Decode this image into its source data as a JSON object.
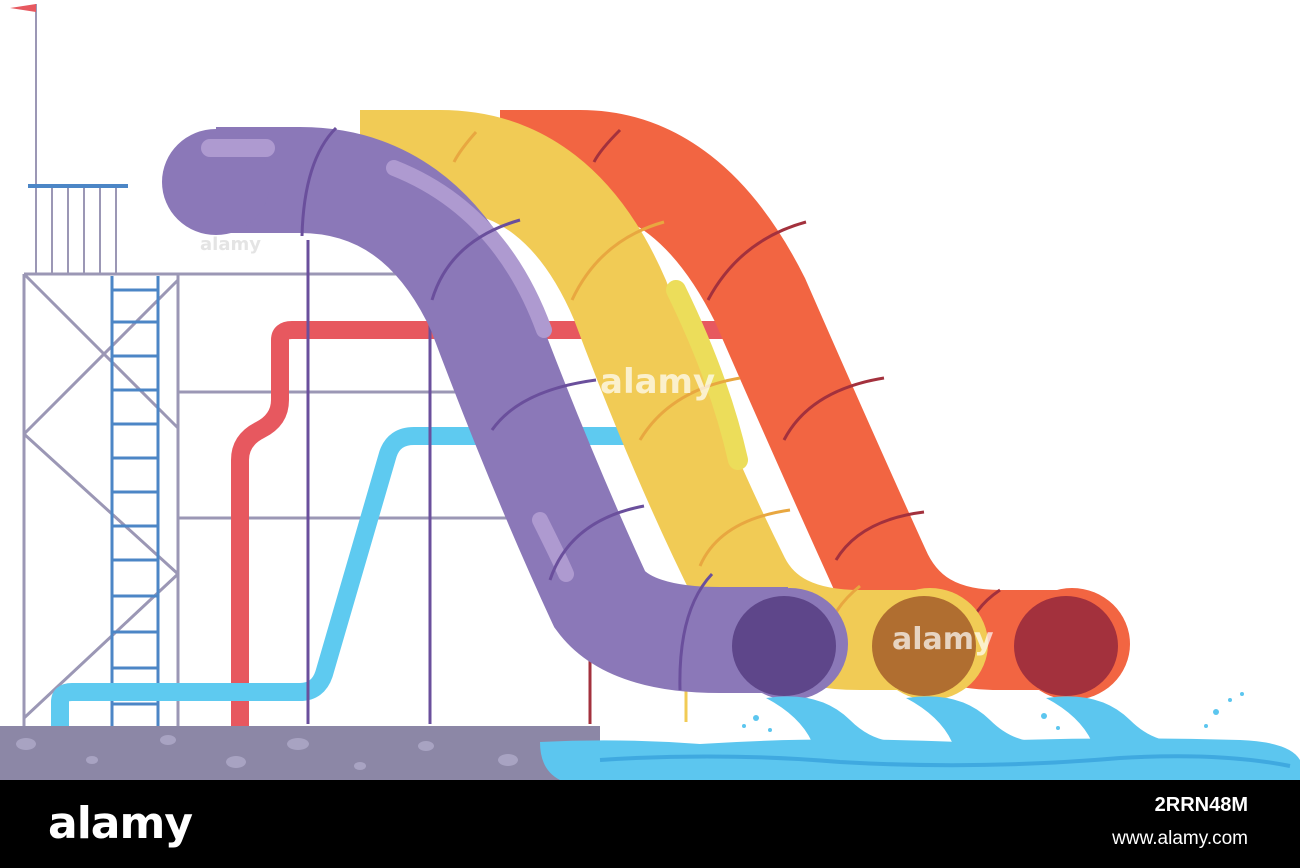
{
  "scene": {
    "subject": "water slide",
    "colors": {
      "purple": "#8b78b8",
      "purple_dark": "#5e468a",
      "yellow": "#f1cb55",
      "yellow_dark": "#b06e30",
      "orange": "#f26542",
      "orange_dark": "#a3313d",
      "red_pipe": "#e7585f",
      "blue_pipe": "#5ecaf0",
      "water": "#5cc6ef",
      "ground": "#8c87a6",
      "scaffold": "#9b97b5",
      "ladder": "#4c86c6"
    }
  },
  "watermarks": {
    "center": "alamy",
    "right": "alamy",
    "left": "alamy"
  },
  "footer": {
    "brand": "alamy",
    "image_id": "2RRN48M",
    "url": "www.alamy.com"
  }
}
